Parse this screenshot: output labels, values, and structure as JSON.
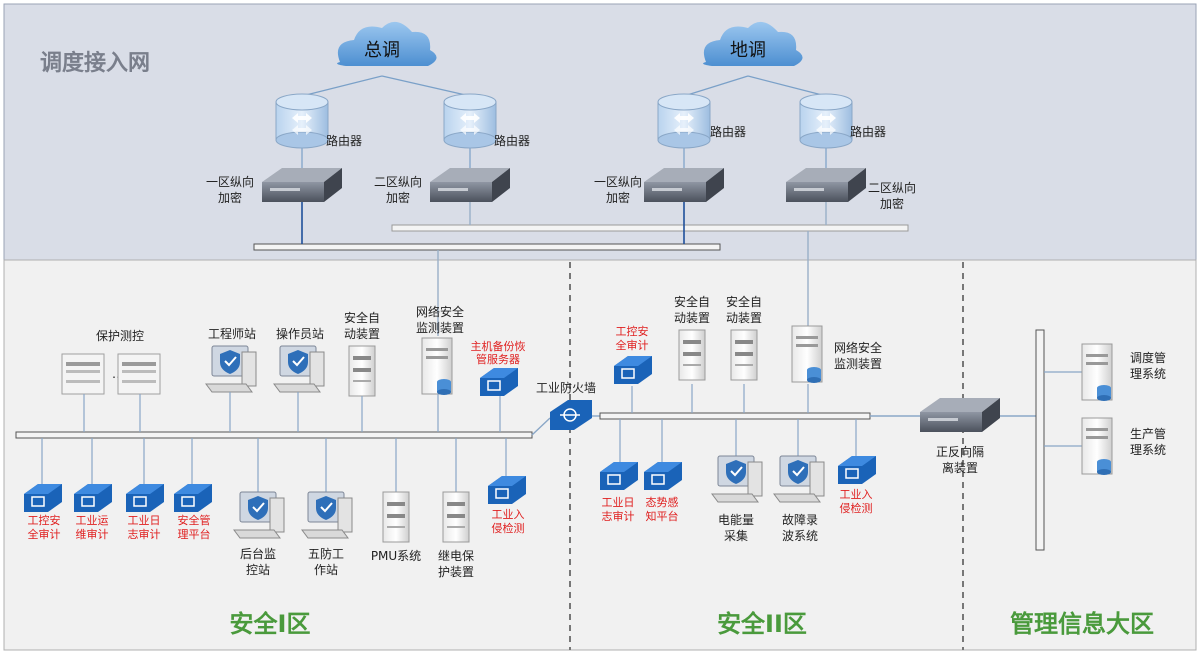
{
  "network_title": "调度接入网",
  "clouds": {
    "left": "总调",
    "right": "地调"
  },
  "top_devices": {
    "router": "路由器",
    "enc1a": "一区纵向",
    "enc1b": "加密",
    "enc2a": "二区纵向",
    "enc2b": "加密"
  },
  "zone1": {
    "title": "安全I区",
    "protection": "保护测控",
    "engineer": "工程师站",
    "operator": "操作员站",
    "auto_a": "安全自",
    "auto_b": "动装置",
    "netmon_a": "网络安全",
    "netmon_b": "监测装置",
    "backup_a": "主机备份恢",
    "backup_b": "管服务器",
    "firewall": "工业防火墙",
    "audit_ctrl_a": "工控安",
    "audit_ctrl_b": "全审计",
    "audit_ops_a": "工业运",
    "audit_ops_b": "维审计",
    "audit_log_a": "工业日",
    "audit_log_b": "志审计",
    "secmgr_a": "安全管",
    "secmgr_b": "理平台",
    "backend_a": "后台监",
    "backend_b": "控站",
    "fiveproof_a": "五防工",
    "fiveproof_b": "作站",
    "pmu": "PMU系统",
    "relay_a": "继电保",
    "relay_b": "护装置",
    "ids_a": "工业入",
    "ids_b": "侵检测"
  },
  "zone2": {
    "title": "安全II区",
    "audit_ctrl_a": "工控安",
    "audit_ctrl_b": "全审计",
    "auto_a": "安全自",
    "auto_b": "动装置",
    "netmon_a": "网络安全",
    "netmon_b": "监测装置",
    "audit_log_a": "工业日",
    "audit_log_b": "志审计",
    "situation_a": "态势感",
    "situation_b": "知平台",
    "energy_a": "电能量",
    "energy_b": "采集",
    "fault_a": "故障录",
    "fault_b": "波系统",
    "ids_a": "工业入",
    "ids_b": "侵检测"
  },
  "isolation": {
    "a": "正反向隔",
    "b": "离装置"
  },
  "zone3": {
    "title": "管理信息大区",
    "dispatch_a": "调度管",
    "dispatch_b": "理系统",
    "production_a": "生产管",
    "production_b": "理系统"
  },
  "colors": {
    "top_bg": "#d9dde7",
    "bottom_bg": "#f1f1f1",
    "zone_text": "#4a9a3c",
    "red_text": "#e02020",
    "badge_blue": "#1a63b8",
    "line_blue": "#7aa0c8"
  }
}
